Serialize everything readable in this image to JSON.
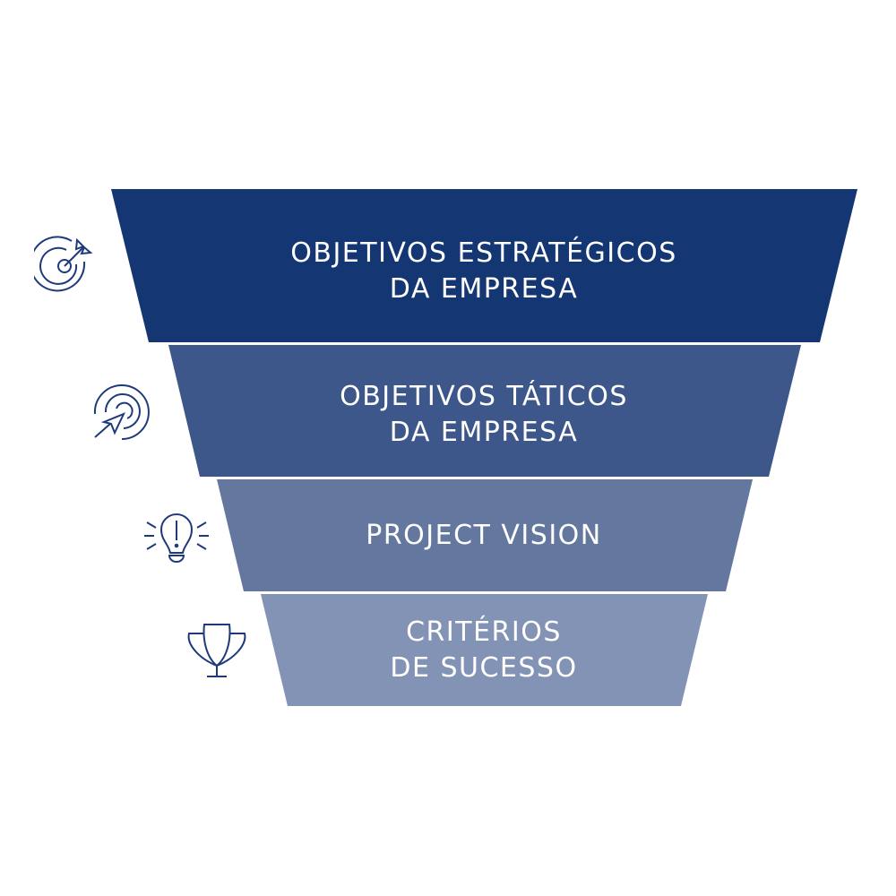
{
  "colors": {
    "level1": "#143673",
    "level2": "#3d578a",
    "level3": "#63779f",
    "level4": "#8393b5",
    "icon": "#1f3a7a"
  },
  "levels": [
    {
      "lines": [
        "OBJETIVOS ESTRATÉGICOS",
        "DA EMPRESA"
      ],
      "icon": "target-arrow-icon"
    },
    {
      "lines": [
        "OBJETIVOS TÁTICOS",
        "DA EMPRESA"
      ],
      "icon": "target-cursor-icon"
    },
    {
      "lines": [
        "PROJECT VISION"
      ],
      "icon": "lightbulb-icon"
    },
    {
      "lines": [
        "CRITÉRIOS",
        "DE SUCESSO"
      ],
      "icon": "trophy-icon"
    }
  ]
}
